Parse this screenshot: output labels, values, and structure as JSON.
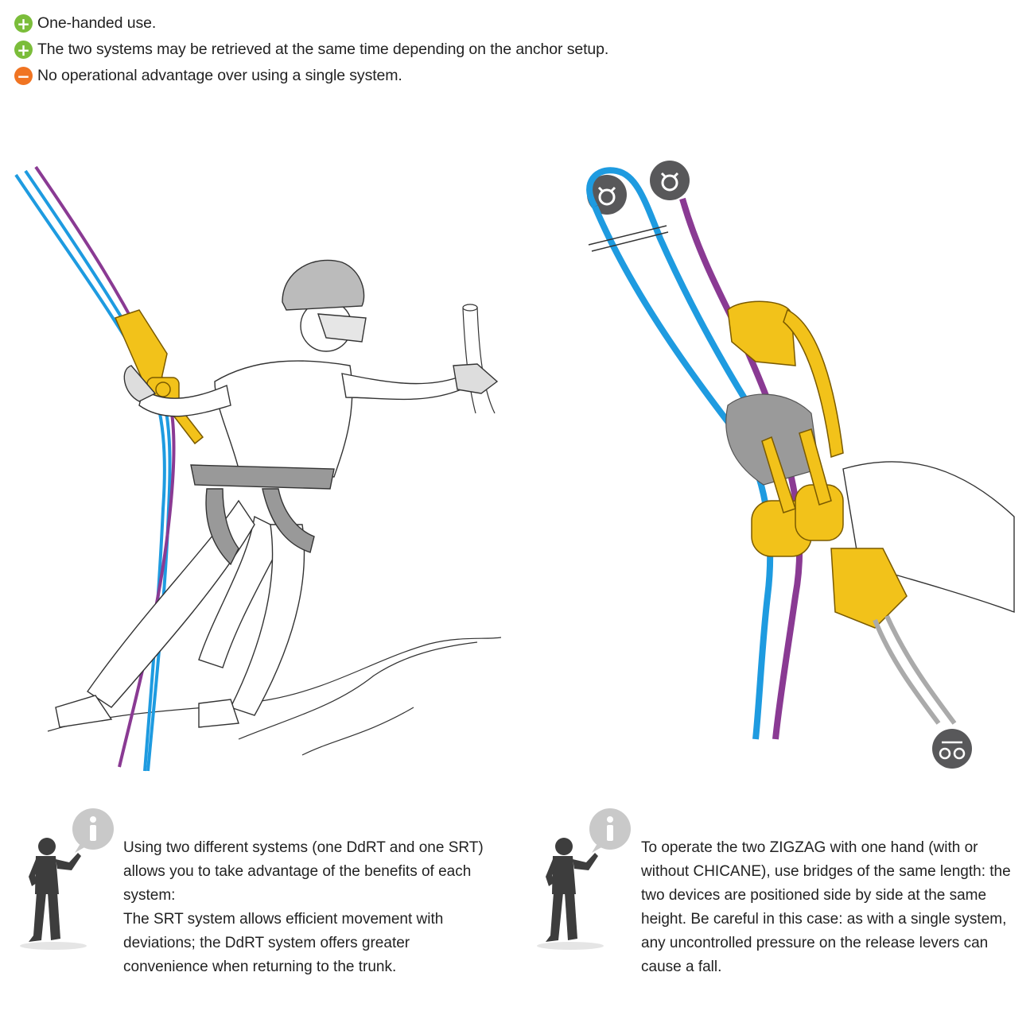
{
  "pros_cons": [
    {
      "type": "plus",
      "text": "One-handed use.",
      "icon": "plus-icon"
    },
    {
      "type": "plus",
      "text": "The two systems may be retrieved at the same time depending on the anchor setup.",
      "icon": "plus-icon"
    },
    {
      "type": "minus",
      "text": "No operational advantage over using a single system.",
      "icon": "minus-icon"
    }
  ],
  "colors": {
    "plus": "#7bbd3a",
    "minus": "#f07422",
    "rope_blue": "#1e9be0",
    "rope_purple": "#8a3a93",
    "device_yellow": "#f2c21a",
    "icon_gray": "#58585a"
  },
  "tips": [
    {
      "icon": "info-icon",
      "text": "Using two different systems (one DdRT and one SRT) allows you to take advantage of the benefits of each system:\nThe SRT system allows efficient movement with deviations; the DdRT system offers greater convenience when returning to the trunk."
    },
    {
      "icon": "info-icon",
      "text": "To operate the two ZIGZAG with one hand (with or without CHICANE), use bridges of the same length: the two devices are positioned side by side at the same height. Be careful in this case: as with a single system, any uncontrolled pressure on the release levers can cause a fall."
    }
  ]
}
